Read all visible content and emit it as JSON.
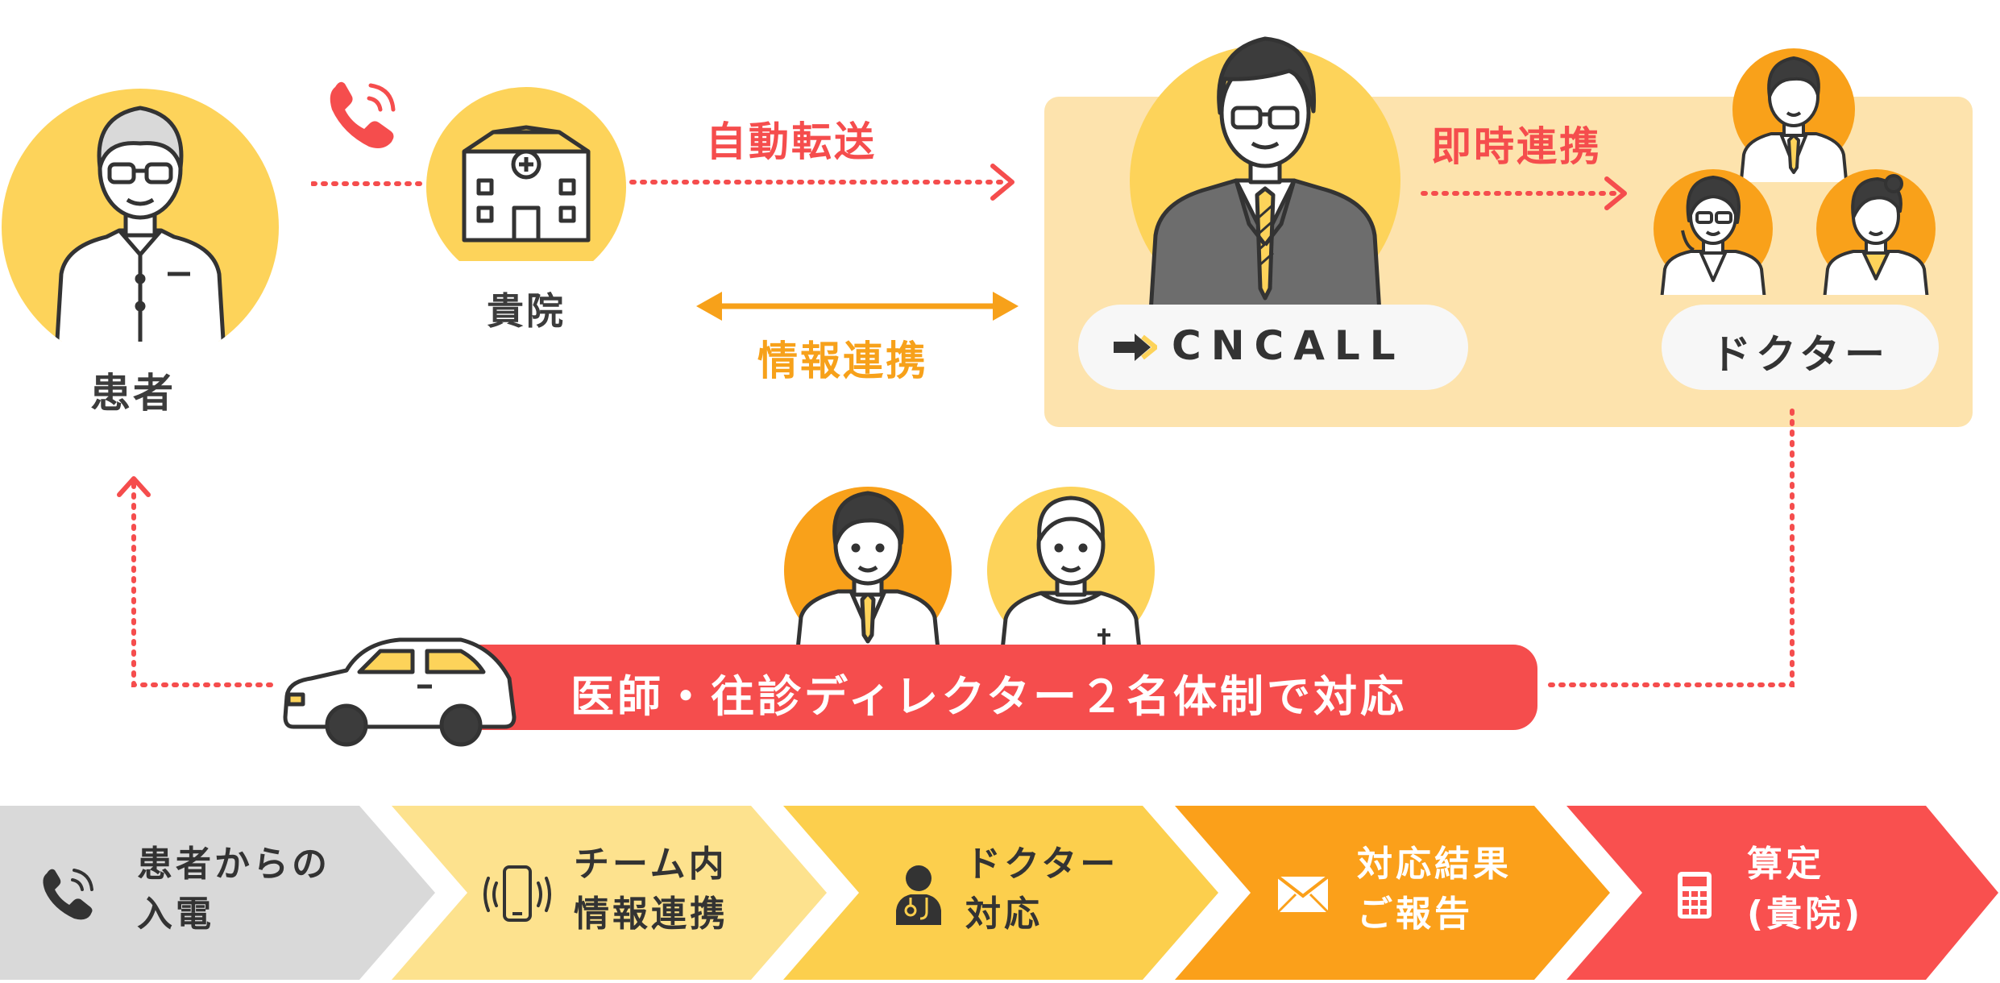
{
  "top": {
    "patient_label": "患者",
    "hospital_label": "貴院",
    "auto_transfer_label": "自動転送",
    "info_link_label": "情報連携",
    "instant_link_label": "即時連携",
    "oncall_brand": "CNCALL",
    "doctor_label": "ドクター"
  },
  "visit": {
    "team_label": "医師・往診ディレクター２名体制で対応"
  },
  "flow": {
    "steps": [
      {
        "line1": "患者からの",
        "line2": "入電",
        "icon": "phone-icon",
        "color": "#d9d9d9"
      },
      {
        "line1": "チーム内",
        "line2": "情報連携",
        "icon": "smartphone-icon",
        "color": "#fde28e"
      },
      {
        "line1": "ドクター",
        "line2": "対応",
        "icon": "doctor-icon",
        "color": "#fccf4d"
      },
      {
        "line1": "対応結果",
        "line2": "ご報告",
        "icon": "mail-icon",
        "color": "#fba01a"
      },
      {
        "line1": "算定",
        "line2": "(貴院)",
        "icon": "calculator-icon",
        "color": "#f9504f"
      }
    ]
  },
  "colors": {
    "red": "#f54d4d",
    "orange": "#f7a11a",
    "yellow_circle": "#fdd35a",
    "panel": "#fde3ad",
    "text": "#3c3c3c"
  }
}
